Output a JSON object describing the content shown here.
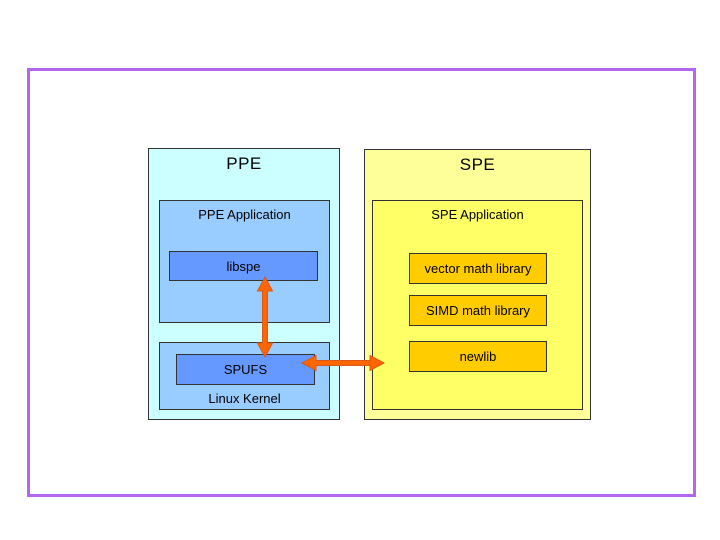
{
  "slide": {
    "ppe": {
      "title": "PPE",
      "application": {
        "label": "PPE Application",
        "modules": [
          "libspe"
        ]
      },
      "kernel": {
        "label": "Linux Kernel",
        "modules": [
          "SPUFS"
        ]
      }
    },
    "spe": {
      "title": "SPE",
      "application": {
        "label": "SPE Application",
        "libraries": [
          "vector math library",
          "SIMD math library",
          "newlib"
        ]
      }
    },
    "connections": [
      {
        "from": "libspe",
        "to": "SPUFS",
        "direction": "bidirectional",
        "orientation": "vertical"
      },
      {
        "from": "SPUFS",
        "to": "SPE Application",
        "direction": "bidirectional",
        "orientation": "horizontal"
      }
    ]
  },
  "colors": {
    "frame": "#b266f2",
    "line": "#333333",
    "ppe_outer": "#ccffff",
    "ppe_inner": "#99ccff",
    "ppe_module": "#6699ff",
    "spe_outer": "#ffff99",
    "spe_inner": "#ffff66",
    "library": "#ffcc00",
    "arrow": "#ff6600",
    "arrow_edge": "#d9581c"
  }
}
